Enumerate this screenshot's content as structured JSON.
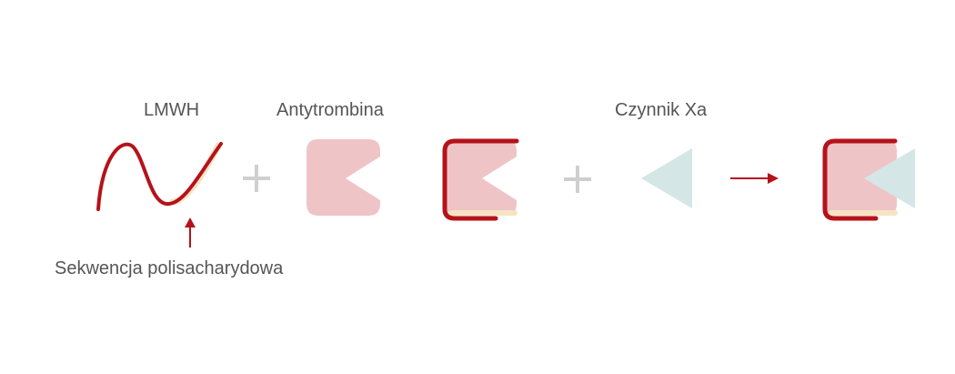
{
  "labels": {
    "lmwh": "LMWH",
    "antithrombin": "Antytrombina",
    "factor_xa": "Czynnik Xa",
    "polysaccharide_sequence": "Sekwencja polisacharydowa"
  },
  "colors": {
    "red": "#b5121b",
    "pink": "#efc4c6",
    "cream": "#f7e3c3",
    "teal": "#d5e6e6",
    "plus_gray": "#cfcfcf",
    "text_gray": "#555555"
  }
}
